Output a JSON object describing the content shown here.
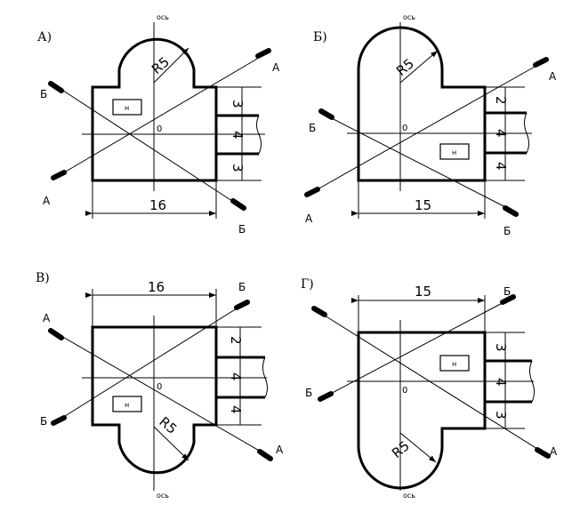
{
  "axis_label": "ось",
  "origin_label": "0",
  "radius_label": "R5",
  "box_label": "н",
  "section_a": "А",
  "section_b": "Б",
  "panels": [
    {
      "letter": "А)",
      "width": "16",
      "dims": [
        "3",
        "4",
        "3"
      ]
    },
    {
      "letter": "Б)",
      "width": "15",
      "dims": [
        "2",
        "4",
        "4"
      ]
    },
    {
      "letter": "В)",
      "width": "16",
      "dims": [
        "2",
        "4",
        "4"
      ]
    },
    {
      "letter": "Г)",
      "width": "15",
      "dims": [
        "3",
        "4",
        "3"
      ]
    }
  ]
}
